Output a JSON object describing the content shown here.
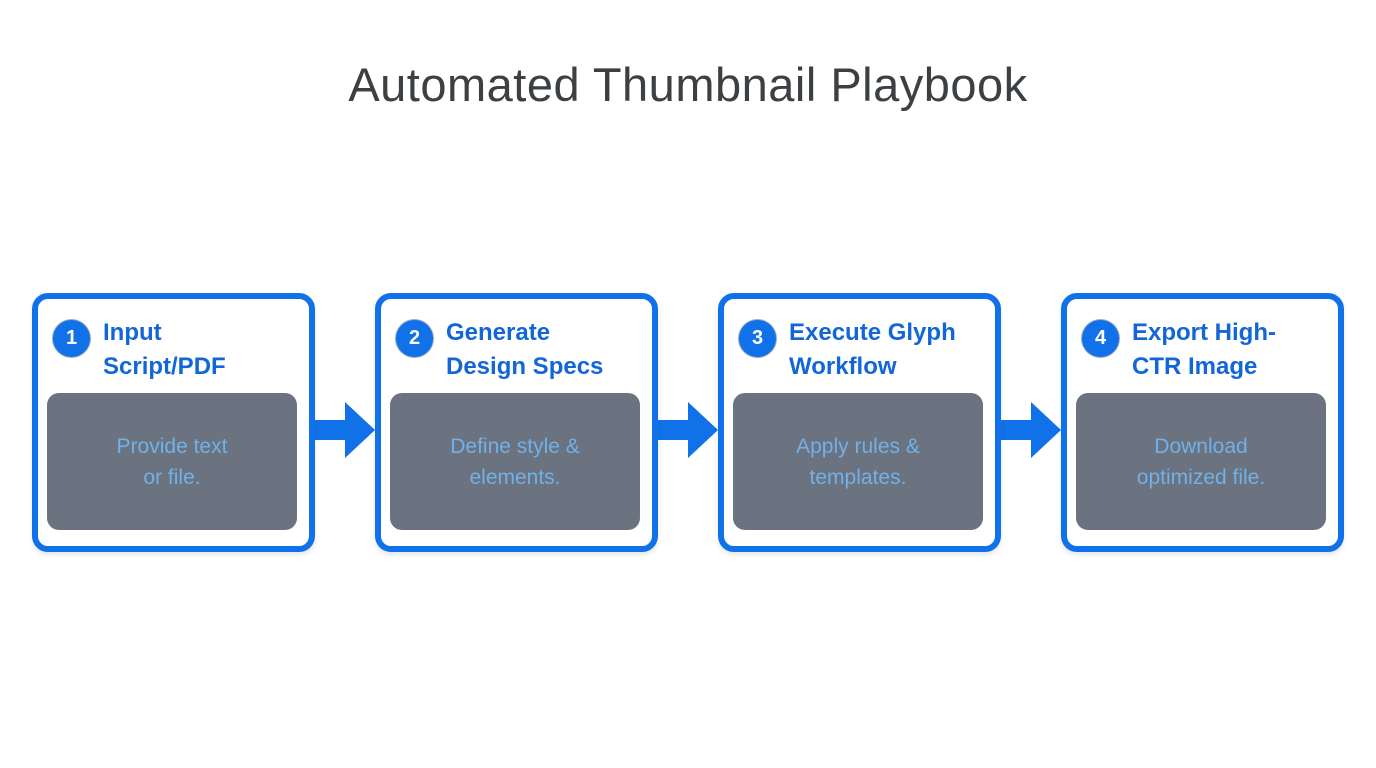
{
  "title": "Automated Thumbnail Playbook",
  "steps": [
    {
      "number": "1",
      "heading": "Input\nScript/PDF",
      "detail": "Provide text\nor file."
    },
    {
      "number": "2",
      "heading": "Generate\nDesign Specs",
      "detail": "Define style &\nelements."
    },
    {
      "number": "3",
      "heading": "Execute Glyph\nWorkflow",
      "detail": "Apply rules &\ntemplates."
    },
    {
      "number": "4",
      "heading": "Export High-\nCTR Image",
      "detail": "Download\noptimized file."
    }
  ],
  "colors": {
    "accent_blue": "#1171e8",
    "heading_blue": "#1266d8",
    "detail_box_gray": "#6b7280",
    "detail_text_blue": "#71b1e7",
    "title_gray": "#3c4043",
    "background": "#ffffff"
  }
}
